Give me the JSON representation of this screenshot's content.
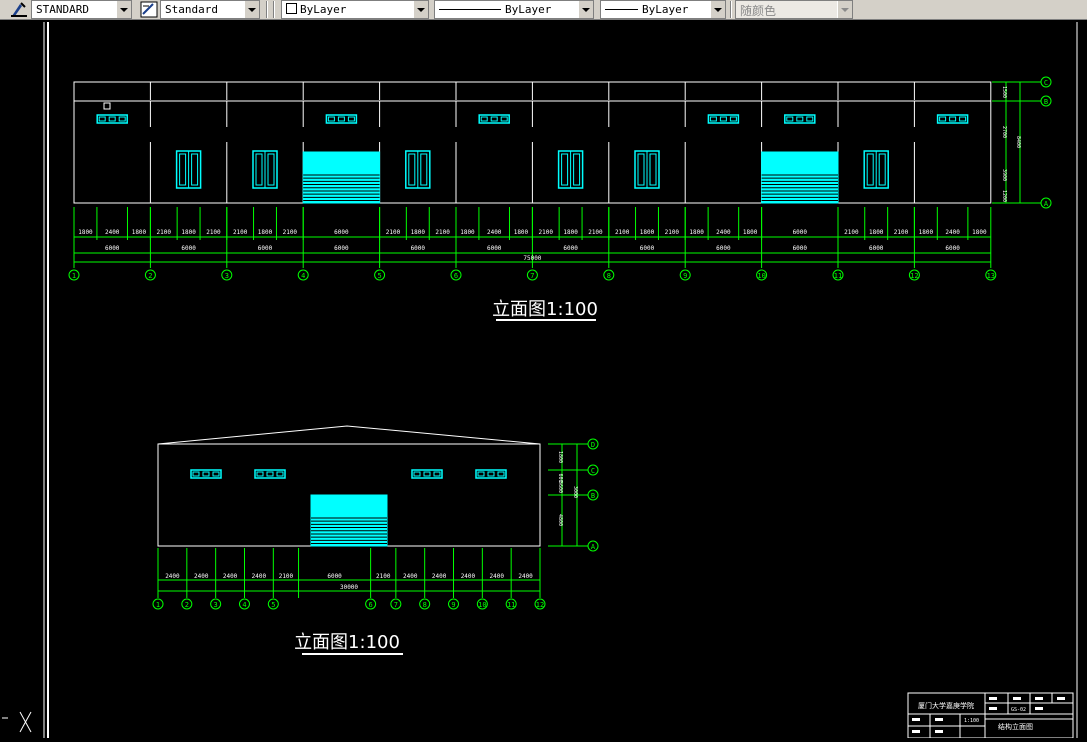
{
  "toolbar": {
    "text_style": "STANDARD",
    "dim_style": "Standard",
    "layer_color": "ByLayer",
    "linetype": "ByLayer",
    "lineweight": "ByLayer",
    "plot_style": "随颜色"
  },
  "drawing": {
    "elev1": {
      "title": "立面图1:100",
      "upper_dims": [
        "1800",
        "2400",
        "1800",
        "2100",
        "1800",
        "2100",
        "2100",
        "1800",
        "2100",
        "6000",
        "2100",
        "1800",
        "2100",
        "1800",
        "2400",
        "1800",
        "2100",
        "1800",
        "2100",
        "2100",
        "1800",
        "2100",
        "1800",
        "2400",
        "1800",
        "6000",
        "2100",
        "1800",
        "2100",
        "1800",
        "2400",
        "1800"
      ],
      "mid_dims": [
        "6000",
        "6000",
        "6000",
        "6000",
        "6000",
        "6000",
        "6000",
        "6000",
        "6000",
        "6000",
        "6000",
        "6000"
      ],
      "total": "75000",
      "axes": [
        "1",
        "2",
        "3",
        "4",
        "5",
        "6",
        "7",
        "8",
        "9",
        "10",
        "11",
        "12",
        "13"
      ],
      "levels": [
        "C",
        "B",
        "A"
      ],
      "vert_dims": [
        "1500",
        "2700",
        "3900",
        "1200",
        "8400"
      ]
    },
    "elev2": {
      "title": "立面图1:100",
      "dims": [
        "2400",
        "2400",
        "2400",
        "2400",
        "2100",
        "6000",
        "2100",
        "2400",
        "2400",
        "2400",
        "2400",
        "2400"
      ],
      "total": "30000",
      "axes": [
        "1",
        "2",
        "3",
        "4",
        "5",
        "6",
        "7",
        "8",
        "9",
        "10",
        "11",
        "12"
      ],
      "levels": [
        "D",
        "C",
        "B",
        "A"
      ],
      "vert_dims": [
        "1800",
        "3600",
        "3000",
        "600",
        "4800"
      ]
    },
    "title_block": {
      "org": "厦门大学嘉庚学院",
      "drawing_name": "结构立面图",
      "scale": "1:100",
      "code": "GS-02"
    }
  }
}
